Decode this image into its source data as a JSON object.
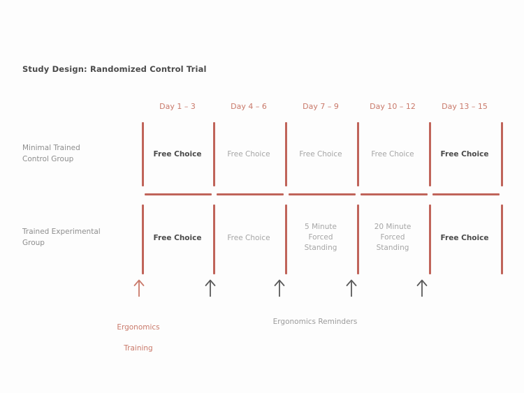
{
  "figure": {
    "title": "Study Design: Randomized Control Trial",
    "colors": {
      "accent_red": "#c0645a",
      "label_red": "#c9796a",
      "text_dark": "#4a4a4a",
      "text_light": "#a5a5a5",
      "arrow_gray": "#5a5a5a",
      "background": "#fdfdfd"
    }
  },
  "columns": [
    {
      "day_label": "Day 1 – 3"
    },
    {
      "day_label": "Day 4 – 6"
    },
    {
      "day_label": "Day 7 – 9"
    },
    {
      "day_label": "Day 10 – 12"
    },
    {
      "day_label": "Day 13 – 15"
    }
  ],
  "rows": [
    {
      "label": "Minimal Trained\nControl Group",
      "label_line1": "Minimal Trained",
      "label_line2": "Control Group",
      "cells": [
        {
          "text": "Free Choice",
          "emphasis": true
        },
        {
          "text": "Free Choice",
          "emphasis": false
        },
        {
          "text": "Free Choice",
          "emphasis": false
        },
        {
          "text": "Free Choice",
          "emphasis": false
        },
        {
          "text": "Free Choice",
          "emphasis": true
        }
      ]
    },
    {
      "label": "Trained Experimental\nGroup",
      "label_line1": "Trained Experimental",
      "label_line2": "Group",
      "cells": [
        {
          "text": "Free Choice",
          "emphasis": true
        },
        {
          "text": "Free Choice",
          "emphasis": false
        },
        {
          "text": "5 Minute\nForced\nStanding",
          "emphasis": false
        },
        {
          "text": "20 Minute\nForced\nStanding",
          "emphasis": false
        },
        {
          "text": "Free Choice",
          "emphasis": true
        }
      ]
    }
  ],
  "arrows": [
    {
      "name": "ergonomics-training-arrow",
      "color": "#c9796a"
    },
    {
      "name": "ergonomics-reminder-arrow-1",
      "color": "#5a5a5a"
    },
    {
      "name": "ergonomics-reminder-arrow-2",
      "color": "#5a5a5a"
    },
    {
      "name": "ergonomics-reminder-arrow-3",
      "color": "#5a5a5a"
    },
    {
      "name": "ergonomics-reminder-arrow-4",
      "color": "#5a5a5a"
    }
  ],
  "annotations": {
    "training_caption": "Ergonomics\nTraining",
    "reminders_caption": "Ergonomics Reminders"
  }
}
